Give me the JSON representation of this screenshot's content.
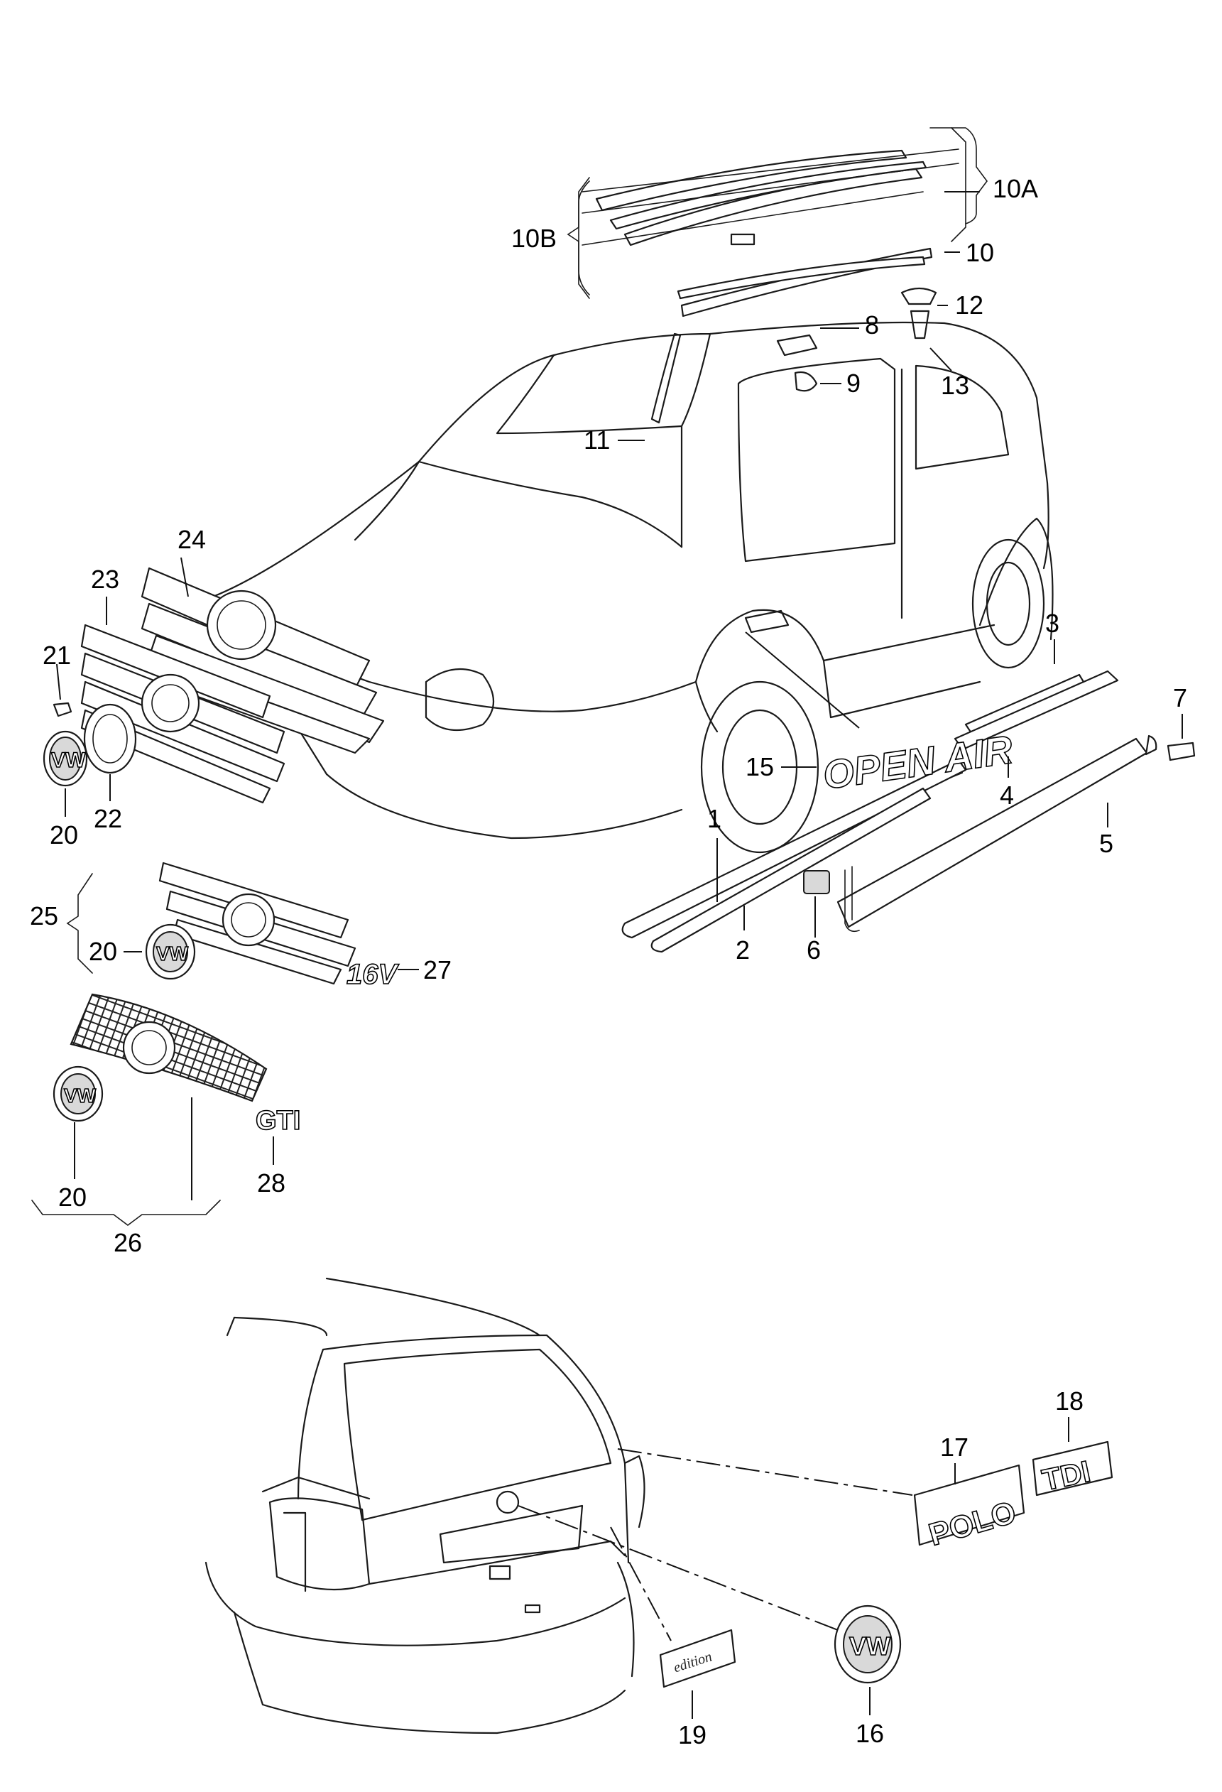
{
  "callouts": [
    {
      "id": "c1",
      "text": "1"
    },
    {
      "id": "c2",
      "text": "2"
    },
    {
      "id": "c3",
      "text": "3"
    },
    {
      "id": "c4",
      "text": "4"
    },
    {
      "id": "c5",
      "text": "5"
    },
    {
      "id": "c6",
      "text": "6"
    },
    {
      "id": "c7",
      "text": "7"
    },
    {
      "id": "c8",
      "text": "8"
    },
    {
      "id": "c9",
      "text": "9"
    },
    {
      "id": "c10",
      "text": "10"
    },
    {
      "id": "c10a",
      "text": "10A"
    },
    {
      "id": "c10b",
      "text": "10B"
    },
    {
      "id": "c11",
      "text": "11"
    },
    {
      "id": "c12",
      "text": "12"
    },
    {
      "id": "c13",
      "text": "13"
    },
    {
      "id": "c15",
      "text": "15"
    },
    {
      "id": "c16",
      "text": "16"
    },
    {
      "id": "c17",
      "text": "17"
    },
    {
      "id": "c18",
      "text": "18"
    },
    {
      "id": "c19",
      "text": "19"
    },
    {
      "id": "c20a",
      "text": "20"
    },
    {
      "id": "c20b",
      "text": "20"
    },
    {
      "id": "c20c",
      "text": "20"
    },
    {
      "id": "c21",
      "text": "21"
    },
    {
      "id": "c22",
      "text": "22"
    },
    {
      "id": "c23",
      "text": "23"
    },
    {
      "id": "c24",
      "text": "24"
    },
    {
      "id": "c25",
      "text": "25"
    },
    {
      "id": "c26",
      "text": "26"
    },
    {
      "id": "c27",
      "text": "27"
    },
    {
      "id": "c28",
      "text": "28"
    }
  ],
  "emblems": {
    "open_air": "OPEN AIR",
    "polo": "POLO",
    "tdi": "TDI",
    "sixteen_v": "16V",
    "gti": "GTI",
    "edition": "edition",
    "vw": "VW"
  }
}
